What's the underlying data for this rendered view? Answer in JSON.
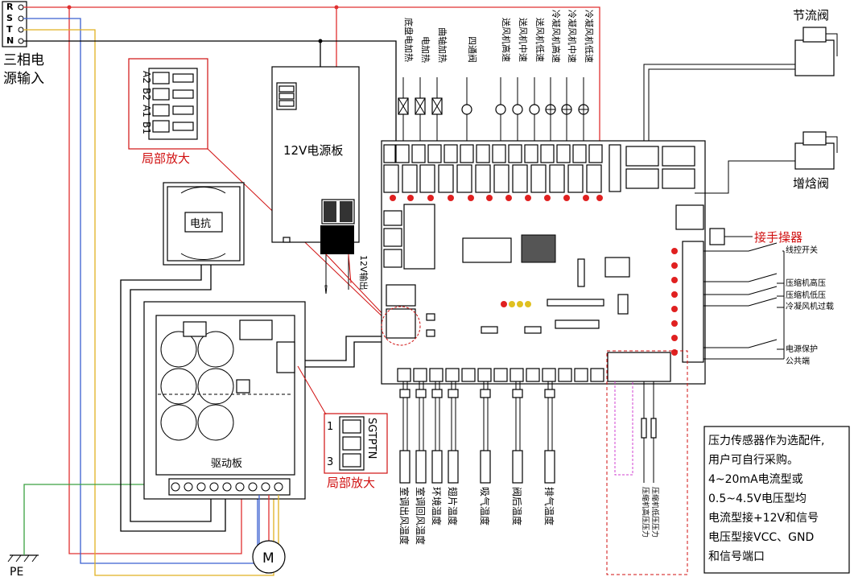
{
  "phase_labels": [
    "R",
    "S",
    "T",
    "N"
  ],
  "power_input_label_line1": "三相电",
  "power_input_label_line2": "源输入",
  "pe_label": "PE",
  "motor_label": "M",
  "zoom_label": "局部放大",
  "dip_labels": [
    "A2",
    "B2",
    "A1",
    "B1"
  ],
  "psu_label": "12V电源板",
  "psu_output_label": "12V输出",
  "reactor_label": "电抗",
  "drive_board_label": "驱动板",
  "drive_connector": {
    "pin_1": "1",
    "pin_3": "3",
    "signals": "SGTPTN"
  },
  "top_output_labels": [
    "底盘电加热",
    "电加热",
    "曲轴加热",
    "四通阀",
    "送风机高速",
    "送风机中速",
    "送风机低速",
    "冷凝风机高速",
    "冷凝风机中速",
    "冷凝风机低速"
  ],
  "valve_labels": [
    "节流阀",
    "增焓阀"
  ],
  "handheld_label": "接手操器",
  "right_input_labels": [
    "线控开关",
    "压缩机高压",
    "压缩机低压",
    "冷凝风机过载",
    "电源保护",
    "公共端"
  ],
  "sensor_labels": [
    "室调出风温度",
    "室调回风温度",
    "环境温度",
    "翅片温度",
    "吸气温度",
    "阀后温度",
    "排气温度"
  ],
  "pressure_sensor_labels": [
    "压缩机高压压力",
    "压缩机低压压力"
  ],
  "note_lines": [
    "压力传感器作为选配件,",
    "用户可自行采购。",
    "4~20mA电流型或",
    "0.5~4.5V电压型均",
    "电流型接+12V和信号",
    "电压型接VCC、GND",
    "和信号端口"
  ],
  "colors": {
    "red_wire": "#e03030",
    "blue_wire": "#3a5fd0",
    "yellow_wire": "#e0b020",
    "green_wire": "#3aa040",
    "black_wire": "#000000",
    "highlight": "#d01010",
    "magenta": "#d040d0"
  }
}
